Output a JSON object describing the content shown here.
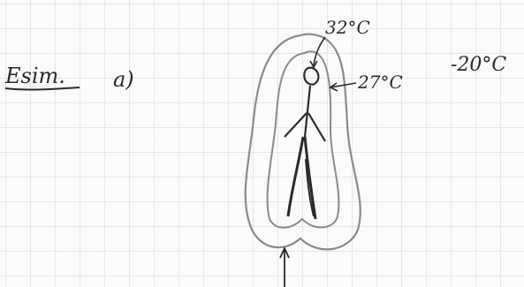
{
  "labels": {
    "problem": "Esim.",
    "part": "a)",
    "skin_temp": "32°C",
    "layer_temp": "27°C",
    "ambient_temp": "-20°C"
  },
  "colors": {
    "ink": "#2a2a2a",
    "pencil": "#8a8a8a",
    "grid": "#e6e6e6"
  }
}
